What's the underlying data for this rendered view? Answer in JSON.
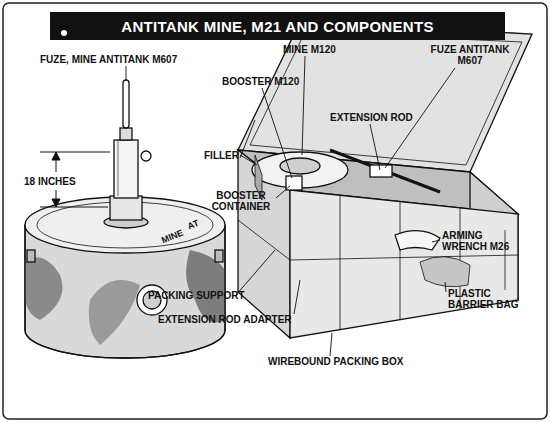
{
  "diagram": {
    "title": "ANTITANK MINE, M21 AND COMPONENTS",
    "labels": [
      "FUZE, MINE ANTITANK M607",
      "18 INCHES",
      "MINE M120",
      "FUZE ANTITANK M607",
      "BOOSTER M120",
      "FILLER",
      "EXTENSION ROD",
      "BOOSTER CONTAINER",
      "ARMING WRENCH M26",
      "PACKING SUPPORT",
      "PLASTIC BARRIER BAG",
      "EXTENSION ROD ADAPTER",
      "WIREBOUND PACKING BOX",
      "MINE",
      "AT"
    ]
  }
}
